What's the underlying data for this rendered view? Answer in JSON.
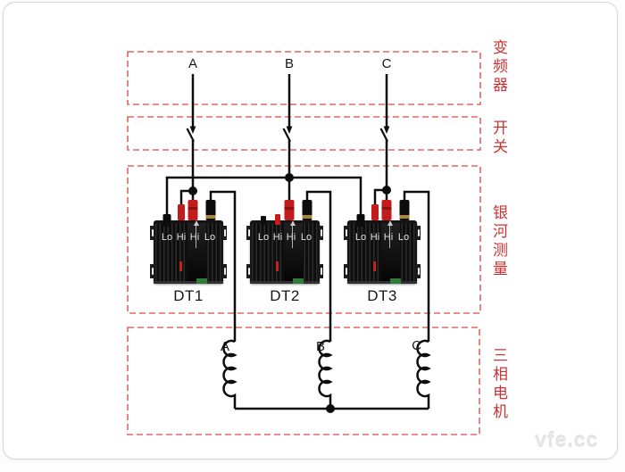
{
  "watermark": "vfe.cc",
  "colors": {
    "wire": "#0d0d0d",
    "dashed_border": "#e06666",
    "section_label_red": "#cc3333",
    "plug_red": "#c41c1c",
    "plug_black": "#0c0c0c",
    "plug_gold_band": "#a98638",
    "device_body": "#141414",
    "device_connector_green": "#2f7d3a",
    "watermark_gray": "#e6e6e6"
  },
  "sections": [
    {
      "id": "inverter",
      "label": "变频器"
    },
    {
      "id": "switch",
      "label": "开关"
    },
    {
      "id": "measurement",
      "label": "银河测量"
    },
    {
      "id": "motor",
      "label": "三相电机"
    }
  ],
  "phases": [
    {
      "label": "A"
    },
    {
      "label": "B"
    },
    {
      "label": "C"
    }
  ],
  "devices": [
    {
      "name": "DT1",
      "terminals": [
        "Lo",
        "Hi",
        "Hi",
        "Lo"
      ]
    },
    {
      "name": "DT2",
      "terminals": [
        "Lo",
        "Hi",
        "Hi",
        "Lo"
      ]
    },
    {
      "name": "DT3",
      "terminals": [
        "Lo",
        "Hi",
        "Hi",
        "Lo"
      ]
    }
  ],
  "motor_coils": [
    {
      "label": "A"
    },
    {
      "label": "B"
    },
    {
      "label": "C"
    }
  ]
}
